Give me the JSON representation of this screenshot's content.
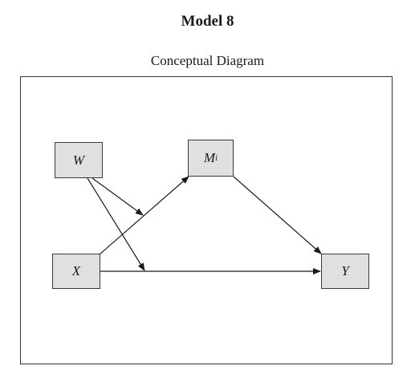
{
  "header": {
    "title": "Model 8",
    "subtitle": "Conceptual Diagram"
  },
  "nodes": {
    "w": {
      "label": "W"
    },
    "m": {
      "label": "M",
      "subscript": "i"
    },
    "x": {
      "label": "X"
    },
    "y": {
      "label": "Y"
    }
  },
  "paths": [
    {
      "from": "X",
      "to": "M"
    },
    {
      "from": "M",
      "to": "Y"
    },
    {
      "from": "X",
      "to": "Y"
    },
    {
      "from": "W",
      "to": "X→M path"
    },
    {
      "from": "W",
      "to": "X→Y path"
    }
  ]
}
